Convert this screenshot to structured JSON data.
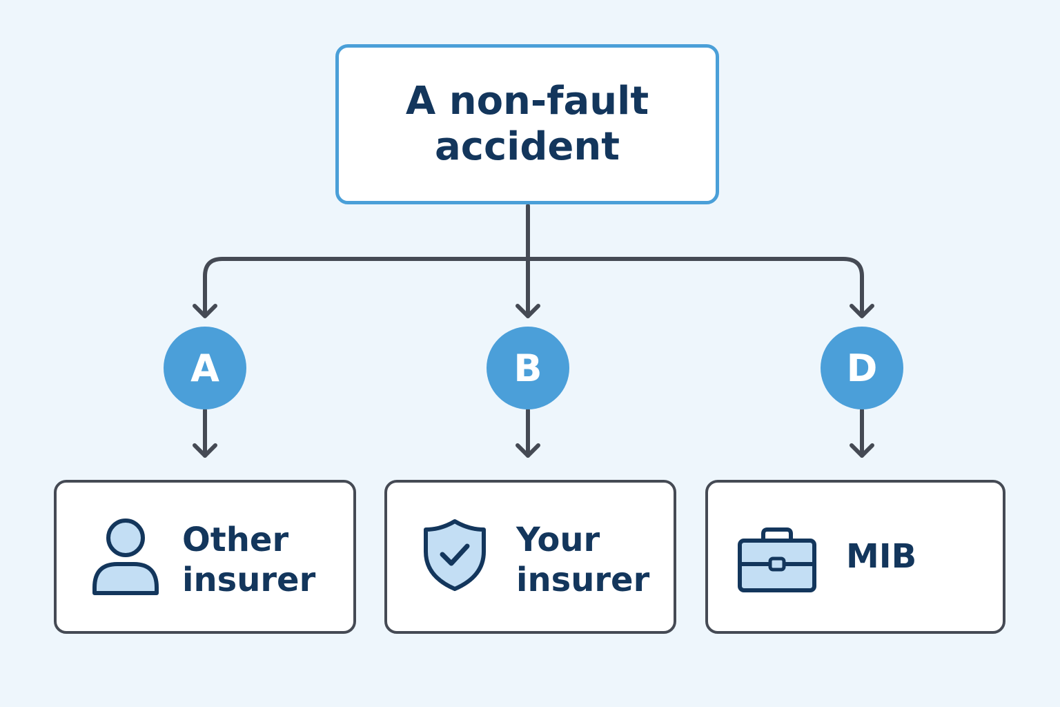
{
  "root": {
    "title": "A non-fault accident"
  },
  "branches": [
    {
      "letter": "A",
      "label": "Other\ninsurer",
      "icon": "person-icon"
    },
    {
      "letter": "B",
      "label": "Your\ninsurer",
      "icon": "shield-check-icon"
    },
    {
      "letter": "D",
      "label": "MIB",
      "icon": "briefcase-icon"
    }
  ],
  "colors": {
    "accent": "#4b9fd9",
    "text": "#13365c",
    "connector": "#454a54",
    "icon_fill": "#c3def4",
    "background": "#eef6fc"
  }
}
